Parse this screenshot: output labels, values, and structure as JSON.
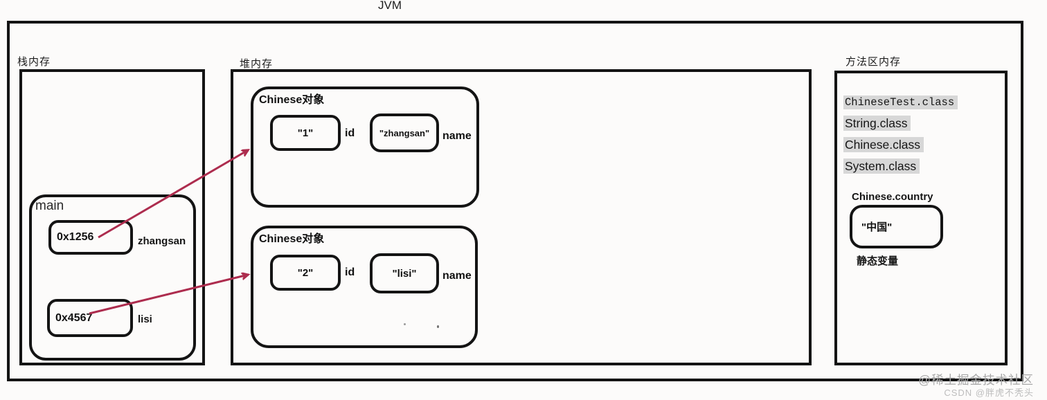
{
  "title": "JVM",
  "stack": {
    "label": "栈内存",
    "frame": {
      "label": "main",
      "vars": [
        {
          "value": "0x1256",
          "name": "zhangsan"
        },
        {
          "value": "0x4567",
          "name": "lisi"
        }
      ]
    }
  },
  "heap": {
    "label": "堆内存",
    "objects": [
      {
        "title": "Chinese对象",
        "fields": [
          {
            "value": "\"1\"",
            "name": "id"
          },
          {
            "value": "\"zhangsan\"",
            "name": "name"
          }
        ]
      },
      {
        "title": "Chinese对象",
        "fields": [
          {
            "value": "\"2\"",
            "name": "id"
          },
          {
            "value": "\"lisi\"",
            "name": "name"
          }
        ]
      }
    ]
  },
  "method_area": {
    "label": "方法区内存",
    "classes": [
      "ChineseTest.class",
      "String.class",
      "Chinese.class",
      "System.class"
    ],
    "static_var": {
      "label": "Chinese.country",
      "value": "\"中国\"",
      "caption": "静态变量"
    }
  },
  "watermark": {
    "line1": "@稀土掘金技术社区",
    "line2": "CSDN @胖虎不秃头"
  },
  "colors": {
    "arrow": "#ad2c4e",
    "highlight": "#d7d7d7",
    "border": "#141414"
  }
}
